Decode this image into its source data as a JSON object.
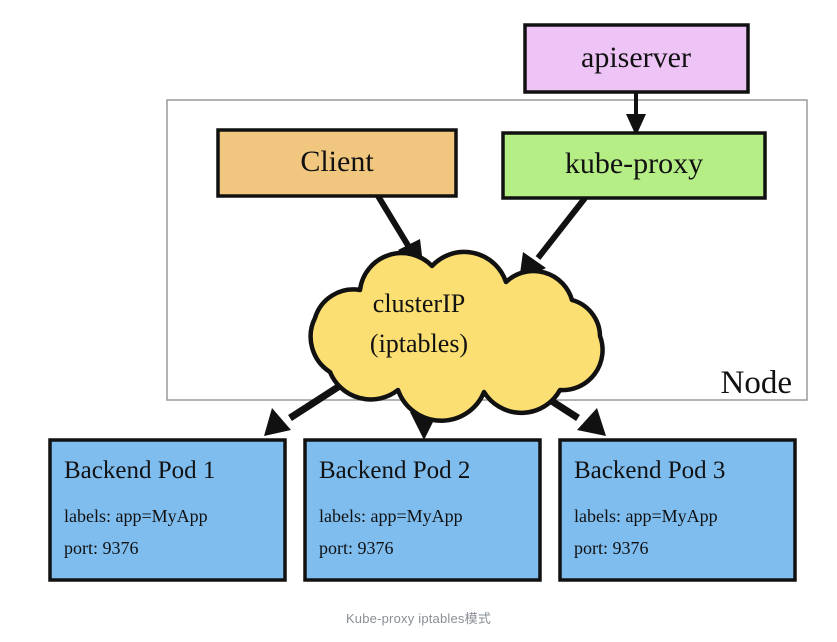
{
  "diagram": {
    "caption": "Kube-proxy iptables模式",
    "node_container": {
      "label": "Node"
    },
    "boxes": [
      {
        "id": "apiserver",
        "label": "apiserver",
        "fill": "#eec3f6",
        "stroke": "#111111"
      },
      {
        "id": "client",
        "label": "Client",
        "fill": "#f1c77f",
        "stroke": "#111111"
      },
      {
        "id": "kube-proxy",
        "label": "kube-proxy",
        "fill": "#b6ee86",
        "stroke": "#111111"
      }
    ],
    "cloud": {
      "id": "clusterip-cloud",
      "line1": "clusterIP",
      "line2": "(iptables)",
      "fill": "#fbdf72",
      "stroke": "#111111"
    },
    "pods": [
      {
        "title": "Backend Pod 1",
        "labels": "labels: app=MyApp",
        "port": "port: 9376",
        "fill": "#7fbdef"
      },
      {
        "title": "Backend Pod 2",
        "labels": "labels: app=MyApp",
        "port": "port: 9376",
        "fill": "#7fbdef"
      },
      {
        "title": "Backend Pod 3",
        "labels": "labels: app=MyApp",
        "port": "port: 9376",
        "fill": "#7fbdef"
      }
    ],
    "arrows": [
      {
        "id": "apiserver-to-kube-proxy",
        "from": "apiserver",
        "to": "kube-proxy"
      },
      {
        "id": "client-to-clusterip",
        "from": "client",
        "to": "clusterip-cloud"
      },
      {
        "id": "kube-proxy-to-clusterip",
        "from": "kube-proxy",
        "to": "clusterip-cloud"
      },
      {
        "id": "clusterip-to-pod-1",
        "from": "clusterip-cloud",
        "to": "Backend Pod 1"
      },
      {
        "id": "clusterip-to-pod-2",
        "from": "clusterip-cloud",
        "to": "Backend Pod 2"
      },
      {
        "id": "clusterip-to-pod-3",
        "from": "clusterip-cloud",
        "to": "Backend Pod 3"
      }
    ]
  }
}
